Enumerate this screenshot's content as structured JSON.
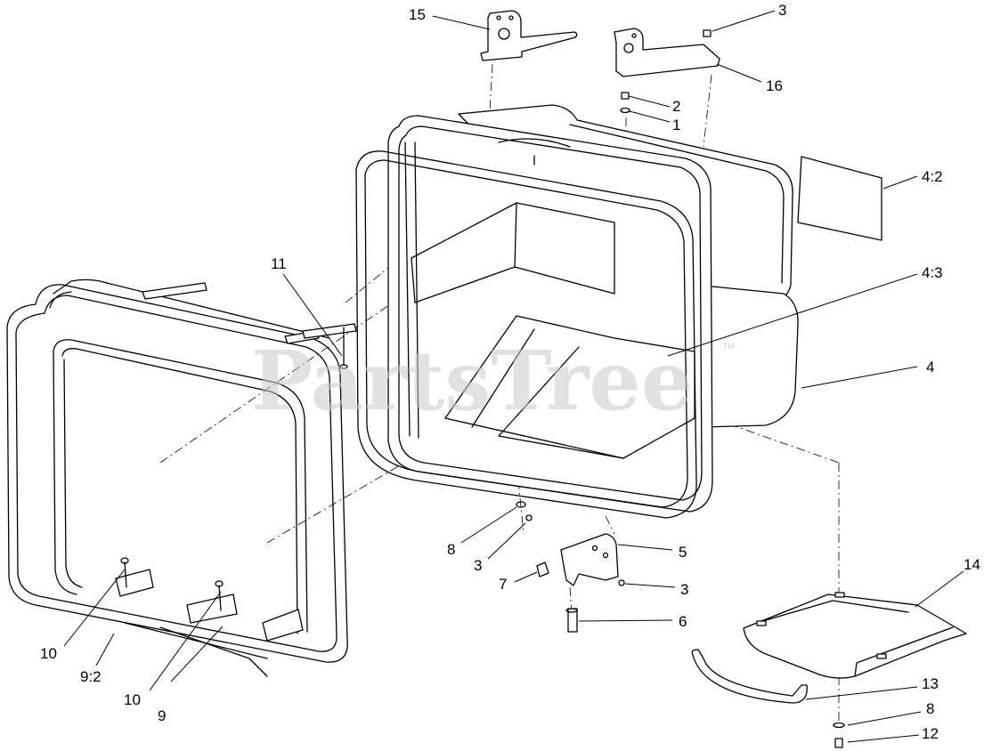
{
  "watermark": {
    "text": "PartsTree",
    "trademark": "TM"
  },
  "callouts": {
    "c15": "15",
    "c3_top": "3",
    "c16": "16",
    "c2": "2",
    "c1": "1",
    "c4_2": "4:2",
    "c11": "11",
    "c4_3": "4:3",
    "c4": "4",
    "c5": "5",
    "c8_mid": "8",
    "c3_mid": "3",
    "c7": "7",
    "c3_low": "3",
    "c6": "6",
    "c14": "14",
    "c10_left": "10",
    "c9_2": "9:2",
    "c10_mid": "10",
    "c9": "9",
    "c13": "13",
    "c8_low": "8",
    "c12": "12"
  },
  "colors": {
    "line": "#000000",
    "background": "#ffffff",
    "watermark": "#c9c9c9"
  }
}
